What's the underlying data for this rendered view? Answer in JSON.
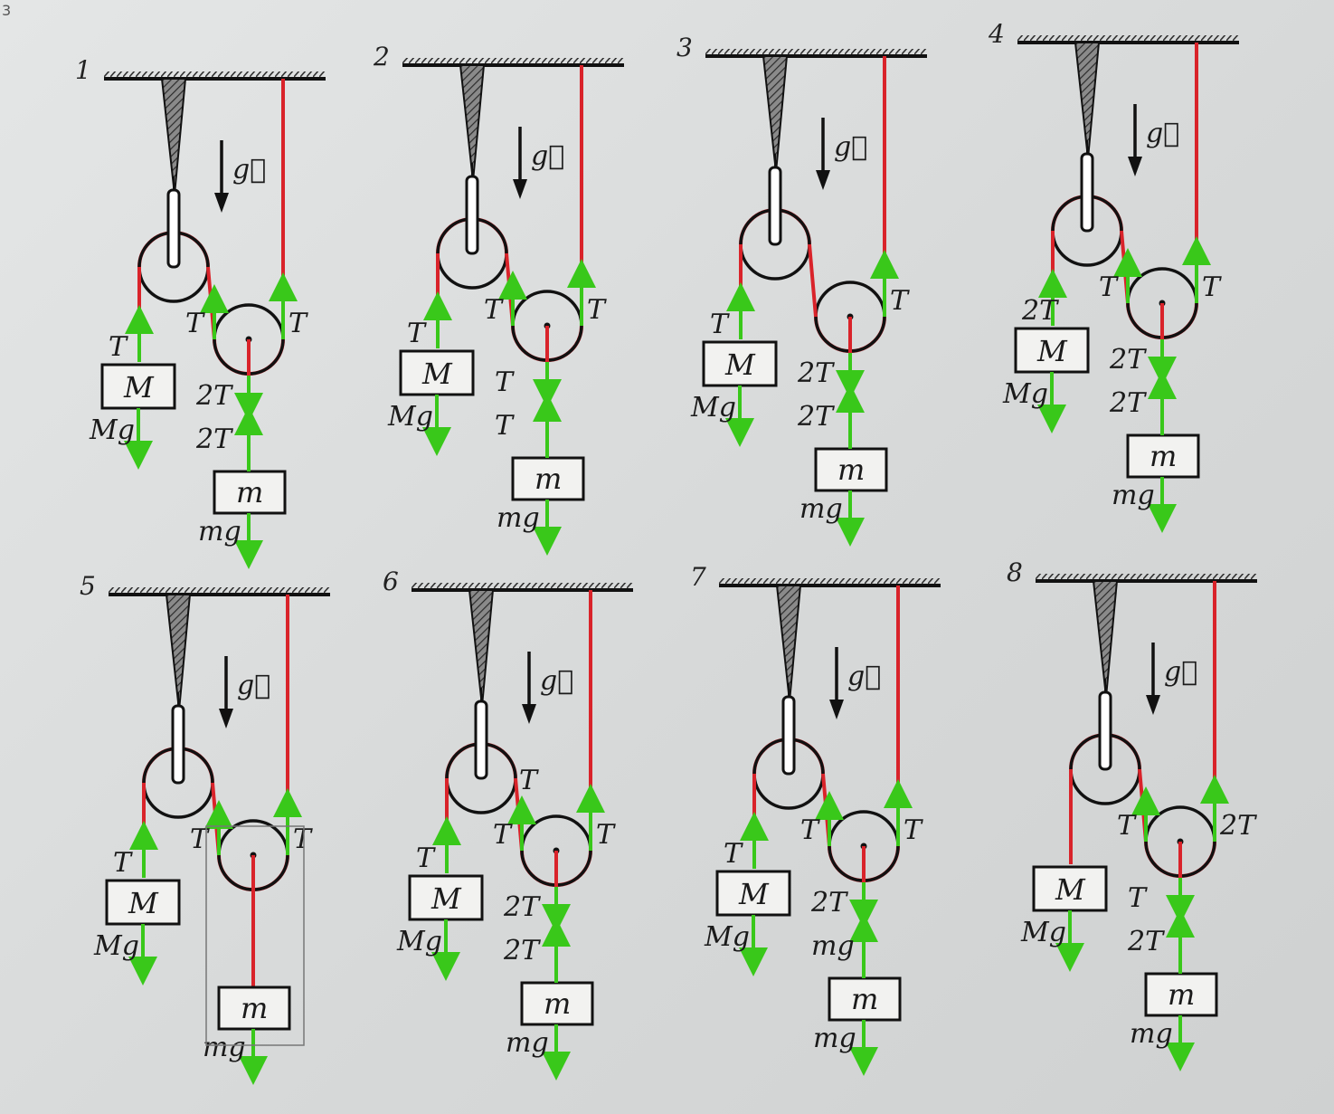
{
  "page_label": "3",
  "colors": {
    "rope": "#d9232a",
    "force": "#39c81a",
    "ink": "#111111",
    "hatch": "#555555"
  },
  "gravity_symbol": "g⃗",
  "panels": [
    {
      "number": "1",
      "M_label": "M",
      "m_label": "m",
      "M_weight": "Mg",
      "m_weight": "mg",
      "pulley_left": "T",
      "pulley_right": "T",
      "hanger_down": "2T",
      "m_up": "2T",
      "M_up": "T"
    },
    {
      "number": "2",
      "M_label": "M",
      "m_label": "m",
      "M_weight": "Mg",
      "m_weight": "mg",
      "pulley_left": "T",
      "pulley_right": "T",
      "hanger_down": "T",
      "m_up": "T",
      "M_up": "T"
    },
    {
      "number": "3",
      "M_label": "M",
      "m_label": "m",
      "M_weight": "Mg",
      "m_weight": "mg",
      "pulley_left": "",
      "pulley_right": "T",
      "hanger_down": "2T",
      "m_up": "2T",
      "M_up": "T"
    },
    {
      "number": "4",
      "M_label": "M",
      "m_label": "m",
      "M_weight": "Mg",
      "m_weight": "mg",
      "pulley_left": "T",
      "pulley_right": "T",
      "hanger_down": "2T",
      "m_up": "2T",
      "M_up": "2T"
    },
    {
      "number": "5",
      "M_label": "M",
      "m_label": "m",
      "M_weight": "Mg",
      "m_weight": "mg",
      "pulley_left": "T",
      "pulley_right": "T",
      "hanger_down": "",
      "m_up": "",
      "M_up": "T"
    },
    {
      "number": "6",
      "M_label": "M",
      "m_label": "m",
      "M_weight": "Mg",
      "m_weight": "mg",
      "pulley_left": "T",
      "pulley_right": "T",
      "hanger_down": "2T",
      "m_up": "2T",
      "M_up": "T",
      "extra": "T"
    },
    {
      "number": "7",
      "M_label": "M",
      "m_label": "m",
      "M_weight": "Mg",
      "m_weight": "mg",
      "pulley_left": "T",
      "pulley_right": "T",
      "hanger_down": "2T",
      "m_up": "mg",
      "M_up": "T"
    },
    {
      "number": "8",
      "M_label": "M",
      "m_label": "m",
      "M_weight": "Mg",
      "m_weight": "mg",
      "pulley_left": "T",
      "pulley_right": "2T",
      "hanger_down": "T",
      "m_up": "2T",
      "M_up": ""
    }
  ]
}
